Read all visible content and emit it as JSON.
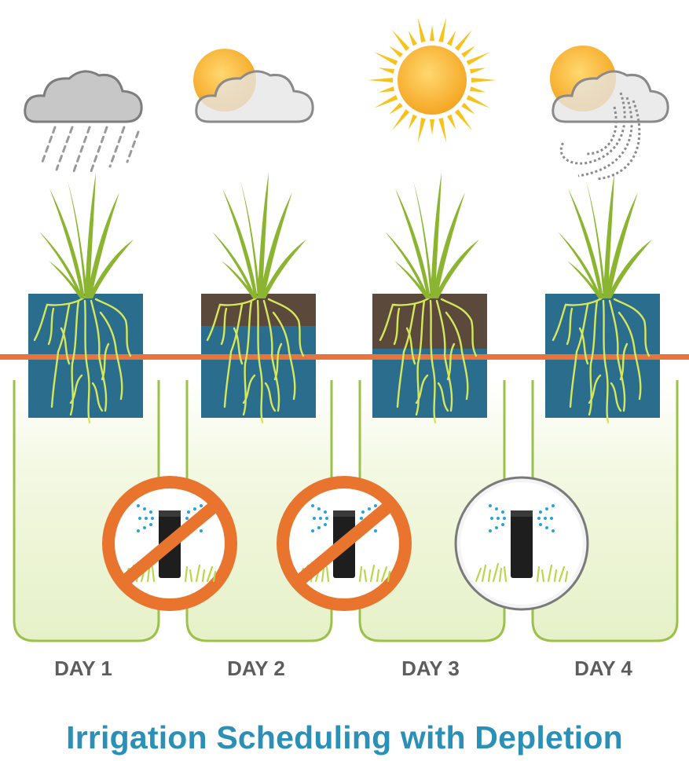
{
  "title": "Irrigation Scheduling with Depletion",
  "colors": {
    "water": "#2a6d8c",
    "dry_soil": "#5b4a3c",
    "threshold_line": "#e8743b",
    "no_irrigation": "#e8742e",
    "plant": "#8bb531",
    "root": "#d6e85a",
    "panel_outline": "#9cc14a",
    "panel_fill": "#eef6d6",
    "label": "#5d5d5d",
    "title": "#2b90b8"
  },
  "days": [
    {
      "label": "DAY 1",
      "weather": "rain-cloud-icon",
      "depletion": 0.0,
      "irrigate": false
    },
    {
      "label": "DAY 2",
      "weather": "partly-cloudy-icon",
      "depletion": 0.26,
      "irrigate": false
    },
    {
      "label": "DAY 3",
      "weather": "sun-icon",
      "depletion": 0.44,
      "irrigate": false
    },
    {
      "label": "DAY 4",
      "weather": "windy-partly-cloudy-icon",
      "depletion": 0.0,
      "irrigate": true
    }
  ]
}
